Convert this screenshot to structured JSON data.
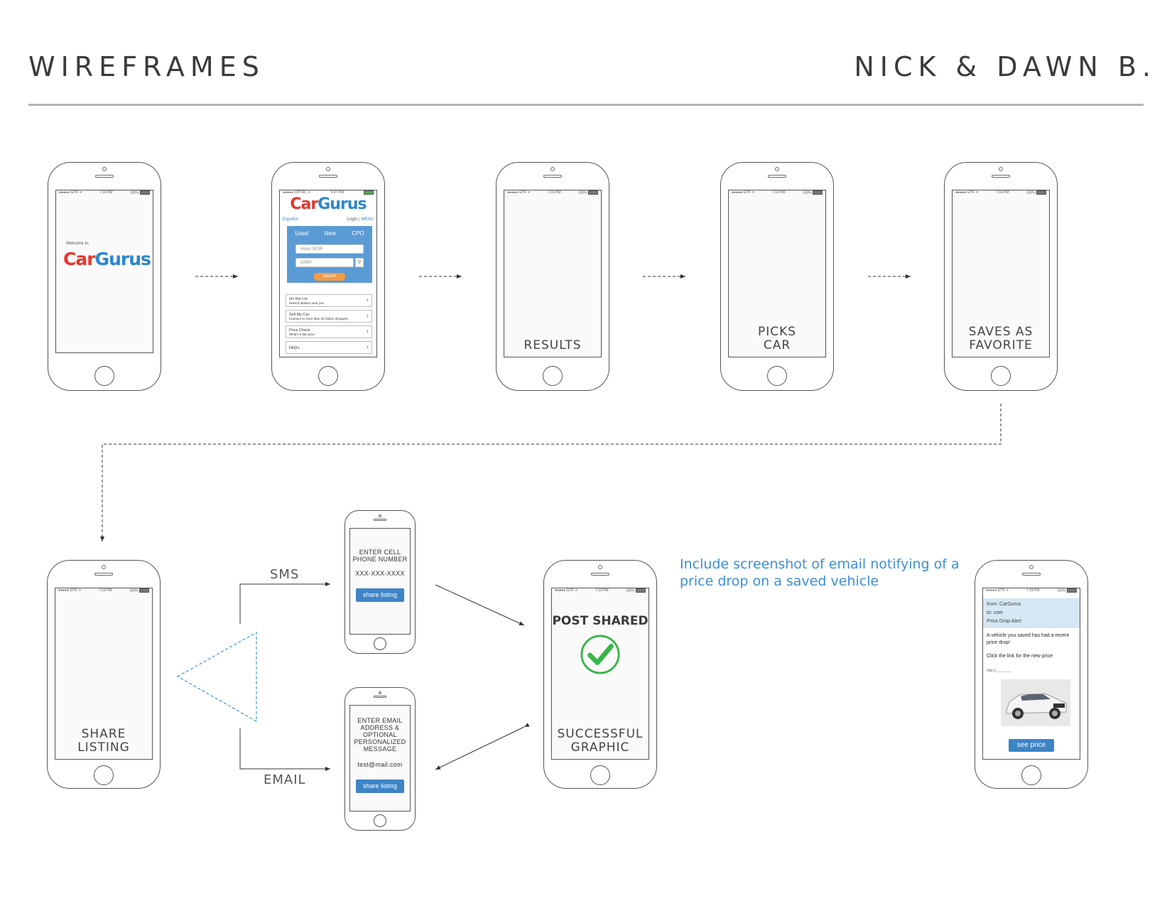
{
  "header": {
    "title": "WIREFRAMES",
    "authors": "NICK & DAWN B."
  },
  "colors": {
    "accent_blue": "#3d8fd6",
    "logo_red": "#e8352d",
    "button_blue": "#3d85c6",
    "search_orange": "#f39a43",
    "check_green": "#39b54a"
  },
  "status_bar": {
    "carrier": "●●●●● GTK ᯤ",
    "time": "7:19 PM",
    "battery": "100%"
  },
  "welcome": {
    "label": "Welcome to",
    "logo_car": "Car",
    "logo_gurus": "Gurus"
  },
  "home": {
    "status_carrier": "●●●●● CBTRC ᯤ",
    "status_time": "9:47 PM",
    "logo_car": "Car",
    "logo_gurus": "Gurus",
    "lang": "Español",
    "login": "Login",
    "menu": "MENU",
    "tabs": [
      "Used",
      "New",
      "CPO"
    ],
    "model_value": "Volvo XC90",
    "zip_value": "20097",
    "search_label": "Search",
    "rows": [
      {
        "title": "On the Lot",
        "sub": "Search dealers near you"
      },
      {
        "title": "Sell My Car",
        "sub": "Connect to more than 20 million shoppers"
      },
      {
        "title": "Price Check",
        "sub": "What's a fair price"
      },
      {
        "title": "FAQ's",
        "sub": ""
      }
    ]
  },
  "screens": {
    "results": "RESULTS",
    "picks_car": "PICKS\nCAR",
    "saves_favorite": "SAVES AS\nFAVORITE",
    "share_listing": "SHARE\nLISTING",
    "post_shared_title": "POST SHARED",
    "successful_graphic": "SUCCESSFUL\nGRAPHIC"
  },
  "sms": {
    "label": "SMS",
    "prompt": "ENTER CELL\nPHONE NUMBER",
    "value": "XXX-XXX-XXXX",
    "button": "share listing"
  },
  "email": {
    "label": "EMAIL",
    "prompt": "ENTER EMAIL\nADDRESS &\nOPTIONAL\nPERSONALIZED\nMESSAGE",
    "value": "test@mail.com",
    "button": "share listing"
  },
  "note": "Include screenshot of email notifying of a price drop on a saved vehicle",
  "email_alert": {
    "from": "from: CarGurus",
    "to": "to: user",
    "subject": "Price Drop Alert",
    "body1": "A vehicle you saved has had a recent price drop!",
    "body2": "Click the link for the new price",
    "link": "http://________",
    "button": "see price"
  }
}
